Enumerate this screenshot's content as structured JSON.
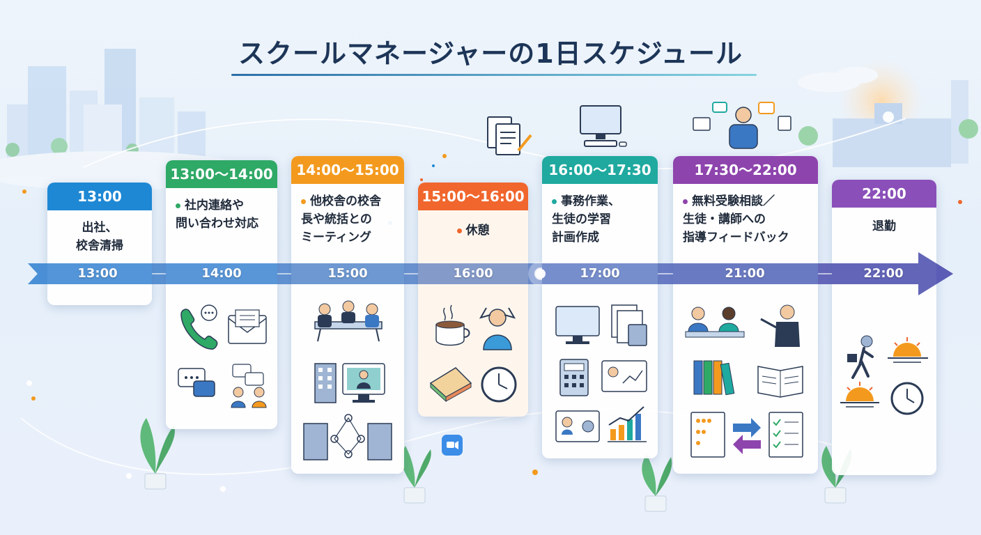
{
  "title": "スクールマネージャーの1日スケジュール",
  "colors": {
    "blue": "#1e88d4",
    "green": "#2fa966",
    "orange": "#f39a1e",
    "red_orange": "#f0662c",
    "teal": "#1fa99f",
    "purple": "#8e44ad",
    "violet": "#8a4fb8",
    "arrow_start": "#4a90d9",
    "arrow_end": "#5b4fb0"
  },
  "cards": [
    {
      "time": "13:00",
      "text": "出社、\n校舎清掃",
      "bullet": false
    },
    {
      "time": "13:00〜14:00",
      "text": "社内連絡や\n問い合わせ対応",
      "bullet": true
    },
    {
      "time": "14:00〜15:00",
      "text": "他校舎の校舎\n長や統括との\nミーティング",
      "bullet": true
    },
    {
      "time": "15:00〜16:00",
      "text": "休憩",
      "bullet": true
    },
    {
      "time": "16:00〜17:30",
      "text": "事務作業、\n生徒の学習\n計画作成",
      "bullet": true
    },
    {
      "time": "17:30〜22:00",
      "text": "無料受験相談／\n生徒・講師への\n指導フィードバック",
      "bullet": true
    },
    {
      "time": "22:00",
      "text": "退勤",
      "bullet": false
    }
  ],
  "timeline_ticks": [
    "13:00",
    "14:00",
    "15:00",
    "16:00",
    "17:00",
    "21:00",
    "22:00"
  ],
  "icons": [
    "phone-icon",
    "mail-icon",
    "chat-bubbles-icon",
    "people-talking-icon",
    "meeting-table-icon",
    "office-building-icon",
    "video-call-icon",
    "building-network-icon",
    "coffee-cup-icon",
    "stretching-person-icon",
    "sandwich-icon",
    "clock-icon",
    "monitor-icon",
    "documents-calculator-icon",
    "calculator-icon",
    "id-card-chart-icon",
    "profile-card-icon",
    "bar-chart-icon",
    "students-studying-icon",
    "teacher-icon",
    "books-icon",
    "open-book-icon",
    "rating-checklist-icon",
    "exchange-arrows-icon",
    "checklist-icon",
    "walking-person-icon",
    "sunset-icon",
    "sunrise-icon",
    "clock-icon"
  ]
}
